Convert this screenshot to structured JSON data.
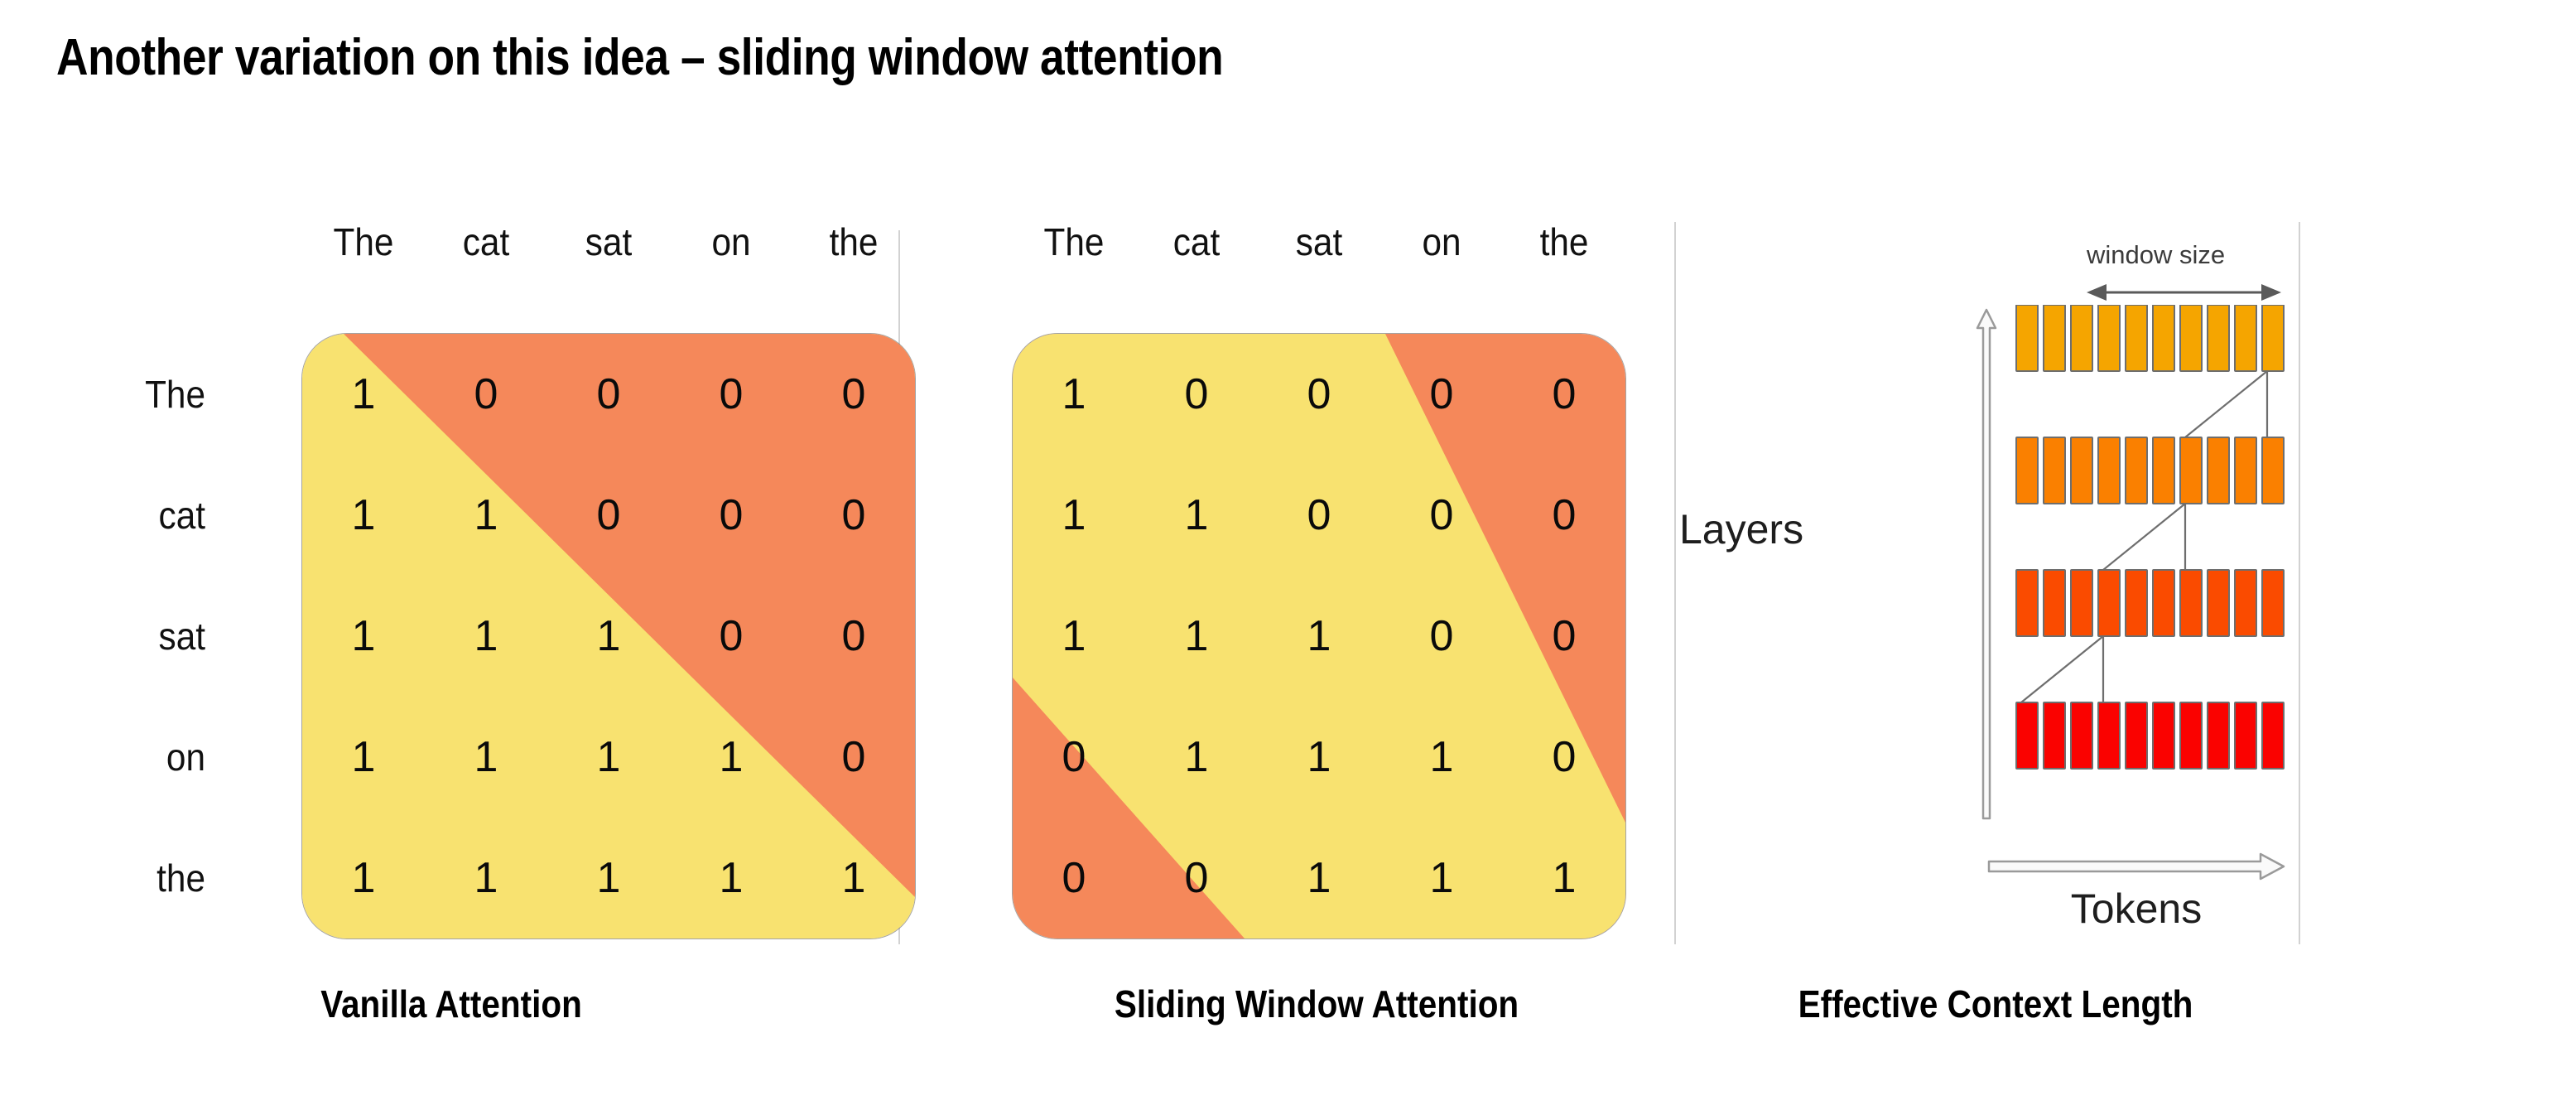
{
  "slide": {
    "title": "Another variation on this idea – sliding window attention"
  },
  "colors": {
    "attend_yellow": "#F8E270",
    "masked_orange": "#F5885A",
    "bar_row_top": "#F5A500",
    "bar_row_2": "#FA8000",
    "bar_row_3": "#FA4B00",
    "bar_row_bottom": "#FA0200",
    "bar_border": "#6E6E6E",
    "divider": "#D2D2D2",
    "arrow_gray": "#5A5A5A",
    "text": "#000000"
  },
  "panels": {
    "vanilla": {
      "caption": "Vanilla Attention",
      "columns": [
        "The",
        "cat",
        "sat",
        "on",
        "the"
      ],
      "rows": [
        "The",
        "cat",
        "sat",
        "on",
        "the"
      ],
      "matrix": [
        [
          "1",
          "0",
          "0",
          "0",
          "0"
        ],
        [
          "1",
          "1",
          "0",
          "0",
          "0"
        ],
        [
          "1",
          "1",
          "1",
          "0",
          "0"
        ],
        [
          "1",
          "1",
          "1",
          "1",
          "0"
        ],
        [
          "1",
          "1",
          "1",
          "1",
          "1"
        ]
      ]
    },
    "sliding": {
      "caption": "Sliding Window Attention",
      "columns": [
        "The",
        "cat",
        "sat",
        "on",
        "the"
      ],
      "rows": [
        "The",
        "cat",
        "sat",
        "on",
        "the"
      ],
      "matrix": [
        [
          "1",
          "0",
          "0",
          "0",
          "0"
        ],
        [
          "1",
          "1",
          "0",
          "0",
          "0"
        ],
        [
          "1",
          "1",
          "1",
          "0",
          "0"
        ],
        [
          "0",
          "1",
          "1",
          "1",
          "0"
        ],
        [
          "0",
          "0",
          "1",
          "1",
          "1"
        ]
      ],
      "window_size": 3
    },
    "context": {
      "caption": "Effective Context Length",
      "window_size_label": "window size",
      "layers_label": "Layers",
      "tokens_label": "Tokens",
      "num_layers": 4,
      "tokens_per_layer": 10,
      "layer_colors": [
        "#F5A500",
        "#FA8000",
        "#FA4B00",
        "#FA0200"
      ]
    }
  },
  "chart_data": {
    "type": "heatmap",
    "title": "Attention mask patterns",
    "charts": [
      {
        "name": "Vanilla Attention",
        "xlabel": "",
        "ylabel": "",
        "categories": [
          "The",
          "cat",
          "sat",
          "on",
          "the"
        ],
        "rows": [
          "The",
          "cat",
          "sat",
          "on",
          "the"
        ],
        "values": [
          [
            1,
            0,
            0,
            0,
            0
          ],
          [
            1,
            1,
            0,
            0,
            0
          ],
          [
            1,
            1,
            1,
            0,
            0
          ],
          [
            1,
            1,
            1,
            1,
            0
          ],
          [
            1,
            1,
            1,
            1,
            1
          ]
        ]
      },
      {
        "name": "Sliding Window Attention",
        "xlabel": "",
        "ylabel": "",
        "categories": [
          "The",
          "cat",
          "sat",
          "on",
          "the"
        ],
        "rows": [
          "The",
          "cat",
          "sat",
          "on",
          "the"
        ],
        "values": [
          [
            1,
            0,
            0,
            0,
            0
          ],
          [
            1,
            1,
            0,
            0,
            0
          ],
          [
            1,
            1,
            1,
            0,
            0
          ],
          [
            0,
            1,
            1,
            1,
            0
          ],
          [
            0,
            0,
            1,
            1,
            1
          ]
        ]
      }
    ]
  }
}
